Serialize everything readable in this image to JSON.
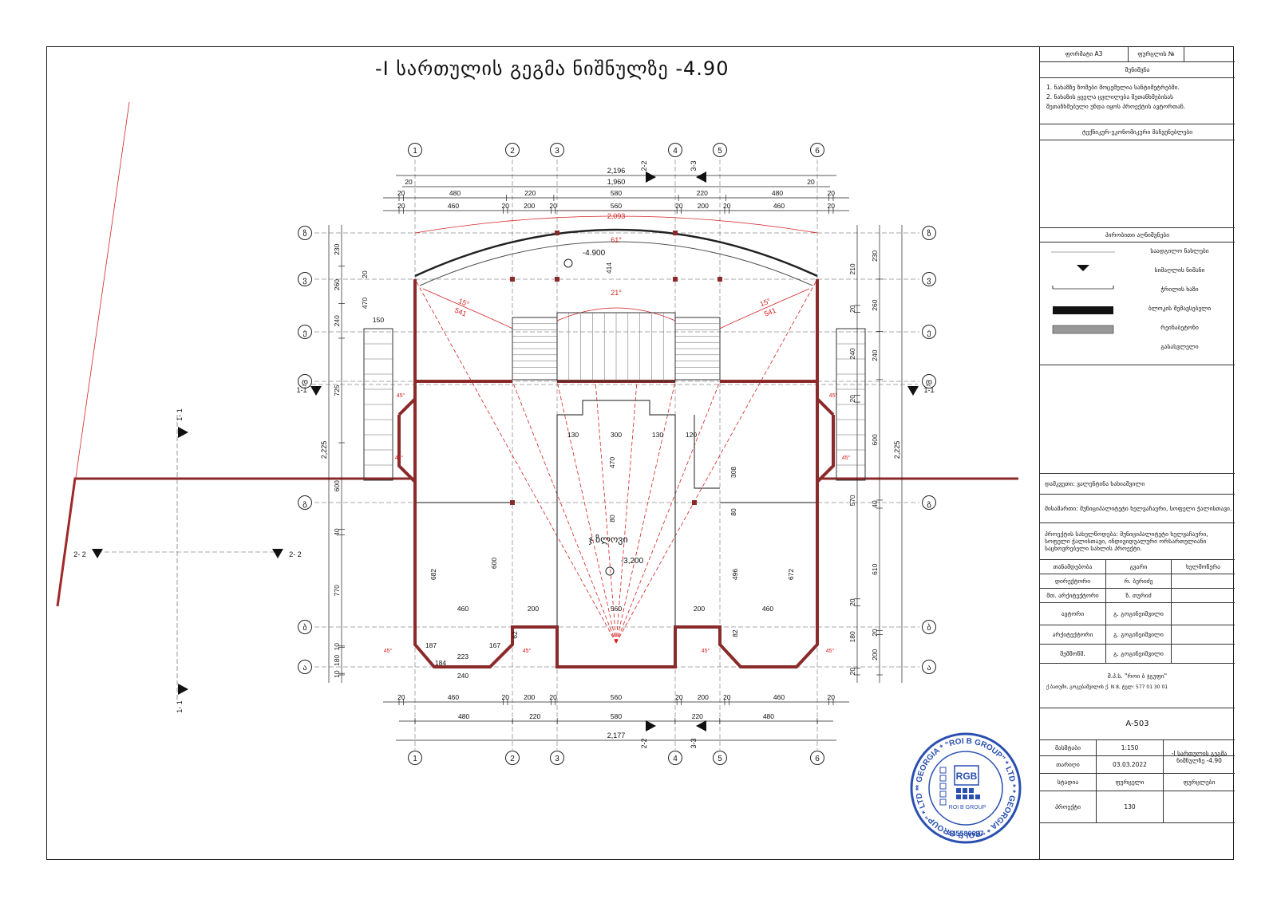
{
  "title": "-I სართულის გეგმა ნიშნულზე -4.90",
  "colors": {
    "wall": "#8b2a2a",
    "dim_red": "#d42020",
    "line": "#222222",
    "stamp": "#2a4fb0"
  },
  "axes_top": [
    "1",
    "2",
    "3",
    "4",
    "5",
    "6"
  ],
  "axes_side": [
    "ზ",
    "ვ",
    "ე",
    "დ",
    "გ",
    "ბ",
    "ა"
  ],
  "section_marks": {
    "s11": "1-1",
    "s22": "2-2",
    "s33": "3-3",
    "s11_left_top": "1- 1",
    "s11_left_bottom": "1- 1",
    "s22_left": "2- 2",
    "s22_right": "2- 2"
  },
  "dims_top": {
    "overall": "2,196",
    "inner": "1,960",
    "row3": [
      "20",
      "480",
      "220",
      "580",
      "220",
      "480",
      "20"
    ],
    "row4": [
      "20",
      "460",
      "20",
      "200",
      "20",
      "560",
      "20",
      "200",
      "20",
      "460",
      "20"
    ],
    "arc": "2,093"
  },
  "dims_bottom": {
    "row1": [
      "20",
      "460",
      "20",
      "200",
      "20",
      "560",
      "20",
      "200",
      "20",
      "460",
      "20"
    ],
    "row2": [
      "480",
      "220",
      "580",
      "220",
      "480"
    ],
    "overall": "2,177"
  },
  "dims_left": {
    "chain": [
      "230",
      "260",
      "240",
      "725",
      "600",
      "40",
      "770",
      "10",
      "180",
      "10"
    ],
    "overall": "2,225",
    "small": [
      "20",
      "470",
      "150"
    ]
  },
  "dims_right": {
    "chain": [
      "230",
      "260",
      "240",
      "600",
      "40",
      "610",
      "20",
      "200"
    ],
    "overall": "2,225",
    "inner": [
      "210",
      "20",
      "240",
      "20",
      "570",
      "20",
      "180",
      "20"
    ]
  },
  "levels": {
    "top": "-4.900",
    "hall": "-3,200"
  },
  "room_label": "ჯ ზლოვი",
  "angles": {
    "a61": "61°",
    "a15l": "15°",
    "a15r": "15°",
    "a21": "21°",
    "d541l": "541",
    "d541r": "541",
    "a45": "45°"
  },
  "inner_dims": [
    "414",
    "130",
    "300",
    "130",
    "120",
    "470",
    "80",
    "682",
    "600",
    "496",
    "672",
    "308",
    "80",
    "460",
    "200",
    "560",
    "200",
    "460",
    "223",
    "240",
    "184",
    "187",
    "167",
    "82",
    "62"
  ],
  "title_block": {
    "format": "ფორმატი A3",
    "sheet_no": "ფურცლის №",
    "notes_head": "შენიშვნა",
    "notes": [
      "1. ნახაზზე ზომები მოცემულია სანტიმეტრებში.",
      "2. ნახაზის ყველა ცვლილება შეთანხმებისას",
      "შეთანხმებული უნდა იყოს პროექტის ავტორთან."
    ],
    "tech_head": "ტექნიკურ-ეკონომიკური მაჩვენებლები",
    "legend_head": "პირობითი აღნიშვნები",
    "legend": [
      "საადგილო ნახლები",
      "სიმაღლის ნიშანი",
      "ჭრილის ხაზი",
      "ბლოკის შემავსებელი",
      "რეინაბეტონი",
      "გასასვლელი"
    ],
    "object": "დამკვეთი: ვალენტინა ხახიაშვილი",
    "address": "მისამართი: მუნიციპალიტეტი ხელვაჩაური, სოფელი ჭალისთავი.",
    "project_name": "პროექტის სახელწოდება: მუნიციპალიტეტი ხელვაჩაური, სოფელი ჭალისთავი, ინდივიდუალური ორსართულიანი საცხოვრებელი სახლის პროექტი.",
    "sig_head": [
      "თანამდებობა",
      "გვარი",
      "ხელმოწერა"
    ],
    "sig_rows": [
      [
        "დირექტორი",
        "რ. ბერიძე"
      ],
      [
        "მთ. არქიტექტორი",
        "ზ. თურიძ"
      ],
      [
        "ავტორი",
        "გ. გოგინეიშვილი"
      ],
      [
        "არქიტექტორი",
        "გ. გოგინეიშვილი"
      ],
      [
        "შემმოწმ.",
        "გ. გოგინეიშვილი"
      ]
    ],
    "company": "შ.პ.ს. \"როი ბ ჯგუფი\"",
    "company_addr": "ქ.ბათუმი, გოგებაშვილის ქ. N 8, ტელ: 577 01 30 01",
    "drawing_no": "A-503",
    "scale_label": "მასშტაბი",
    "scale": "1:150",
    "date_label": "თარიღი",
    "date": "03.03.2022",
    "sheet_title": "-I სართულის გეგმა ნიშნულზე -4.90",
    "bottom_head": [
      "სტადია",
      "ფურცელი",
      "ფურცლები"
    ],
    "bottom_vals": [
      "პროექტი",
      "130",
      ""
    ]
  },
  "stamp": {
    "ring_text": "* GEORGIA * \"ROI B GROUP\" * LTD *",
    "inner": "RGB",
    "caption": "ROI B GROUP",
    "code": "445586697"
  }
}
